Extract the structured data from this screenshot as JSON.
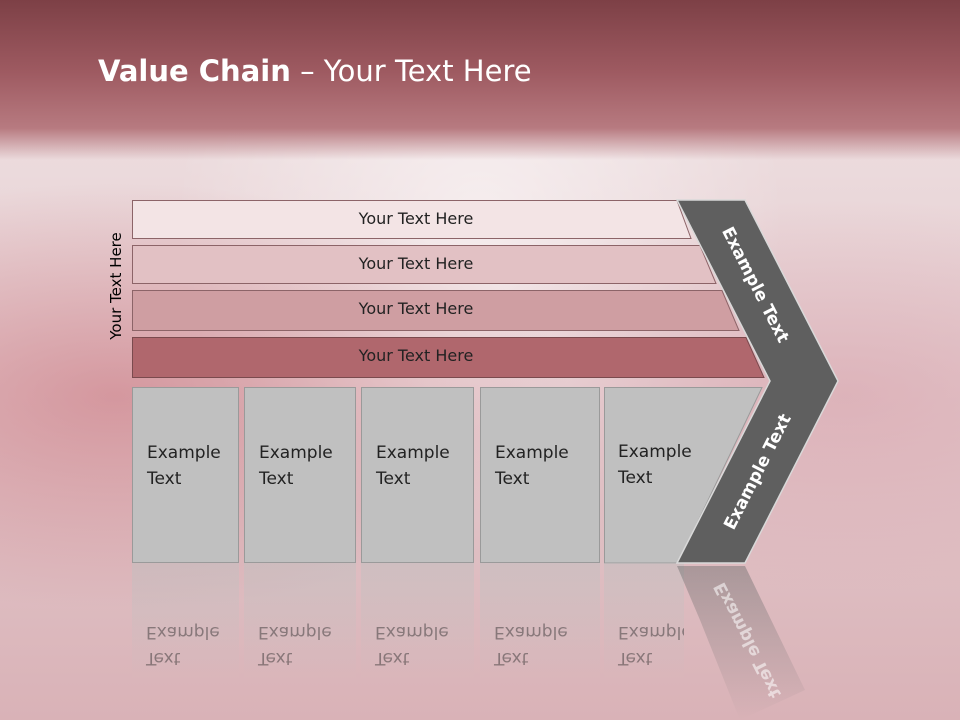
{
  "title": {
    "bold": "Value Chain",
    "rest": " – Your Text Here"
  },
  "side_label": "Your Text Here",
  "rows": [
    {
      "label": "Your Text Here",
      "color": "#f3e4e5"
    },
    {
      "label": "Your Text Here",
      "color": "#e2c1c4"
    },
    {
      "label": "Your Text Here",
      "color": "#cf9ea2"
    },
    {
      "label": "Your Text Here",
      "color": "#b0676d"
    }
  ],
  "columns": [
    {
      "line1": "Example",
      "line2": "Text"
    },
    {
      "line1": "Example",
      "line2": "Text"
    },
    {
      "line1": "Example",
      "line2": "Text"
    },
    {
      "line1": "Example",
      "line2": "Text"
    },
    {
      "line1": "Example",
      "line2": "Text"
    }
  ],
  "chevron": {
    "top_label": "Example Text",
    "bottom_label": "Example Text",
    "color": "#5f5f5f"
  }
}
